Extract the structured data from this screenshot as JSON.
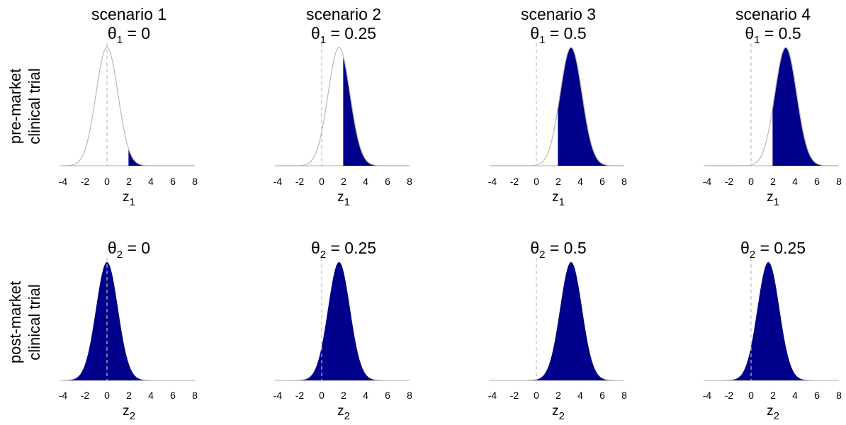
{
  "colors": {
    "fill": "#00008b",
    "null_curve": "#b8b8b8",
    "axis": "#bdbdbd",
    "zero_line": "#bdbdbd"
  },
  "row_labels": [
    {
      "line1": "pre-market",
      "line2": "clinical trial"
    },
    {
      "line1": "post-market",
      "line2": "clinical trial"
    }
  ],
  "chart_data": [
    {
      "type": "area",
      "scenario": "scenario 1",
      "theta_symbol": "θ",
      "theta_sub": "1",
      "theta_value": "= 0",
      "xlabel_symbol": "z",
      "xlabel_sub": "1",
      "xlim": [
        -4,
        8
      ],
      "x_ticks": [
        "-4",
        "-2",
        "0",
        "2",
        "4",
        "6",
        "8"
      ],
      "null_curve": {
        "mean": 0,
        "sd": 1
      },
      "filled_curve": {
        "mean": 0,
        "sd": 1
      },
      "fill_from": 1.96,
      "zero_line": 0
    },
    {
      "type": "area",
      "scenario": "scenario 2",
      "theta_symbol": "θ",
      "theta_sub": "1",
      "theta_value": "= 0.25",
      "xlabel_symbol": "z",
      "xlabel_sub": "1",
      "xlim": [
        -4,
        8
      ],
      "x_ticks": [
        "-4",
        "-2",
        "0",
        "2",
        "4",
        "6",
        "8"
      ],
      "null_curve": {
        "mean": 1.58,
        "sd": 1
      },
      "filled_curve": {
        "mean": 1.58,
        "sd": 1
      },
      "fill_from": 1.96,
      "zero_line": 0
    },
    {
      "type": "area",
      "scenario": "scenario 3",
      "theta_symbol": "θ",
      "theta_sub": "1",
      "theta_value": "= 0.5",
      "xlabel_symbol": "z",
      "xlabel_sub": "1",
      "xlim": [
        -4,
        8
      ],
      "x_ticks": [
        "-4",
        "-2",
        "0",
        "2",
        "4",
        "6",
        "8"
      ],
      "null_curve": {
        "mean": 3.16,
        "sd": 1
      },
      "filled_curve": {
        "mean": 3.16,
        "sd": 1
      },
      "fill_from": 1.96,
      "zero_line": 0
    },
    {
      "type": "area",
      "scenario": "scenario 4",
      "theta_symbol": "θ",
      "theta_sub": "1",
      "theta_value": "= 0.5",
      "xlabel_symbol": "z",
      "xlabel_sub": "1",
      "xlim": [
        -4,
        8
      ],
      "x_ticks": [
        "-4",
        "-2",
        "0",
        "2",
        "4",
        "6",
        "8"
      ],
      "null_curve": {
        "mean": 3.16,
        "sd": 1
      },
      "filled_curve": {
        "mean": 3.16,
        "sd": 1
      },
      "fill_from": 1.96,
      "zero_line": 0
    },
    {
      "type": "area",
      "scenario": "",
      "theta_symbol": "θ",
      "theta_sub": "2",
      "theta_value": "= 0",
      "xlabel_symbol": "z",
      "xlabel_sub": "2",
      "xlim": [
        -4,
        8
      ],
      "x_ticks": [
        "-4",
        "-2",
        "0",
        "2",
        "4",
        "6",
        "8"
      ],
      "null_curve": null,
      "filled_curve": {
        "mean": 0,
        "sd": 1
      },
      "fill_from": null,
      "zero_line": 0
    },
    {
      "type": "area",
      "scenario": "",
      "theta_symbol": "θ",
      "theta_sub": "2",
      "theta_value": "= 0.25",
      "xlabel_symbol": "z",
      "xlabel_sub": "2",
      "xlim": [
        -4,
        8
      ],
      "x_ticks": [
        "-4",
        "-2",
        "0",
        "2",
        "4",
        "6",
        "8"
      ],
      "null_curve": null,
      "filled_curve": {
        "mean": 1.58,
        "sd": 1
      },
      "fill_from": null,
      "zero_line": 0
    },
    {
      "type": "area",
      "scenario": "",
      "theta_symbol": "θ",
      "theta_sub": "2",
      "theta_value": "= 0.5",
      "xlabel_symbol": "z",
      "xlabel_sub": "2",
      "xlim": [
        -4,
        8
      ],
      "x_ticks": [
        "-4",
        "-2",
        "0",
        "2",
        "4",
        "6",
        "8"
      ],
      "null_curve": null,
      "filled_curve": {
        "mean": 3.16,
        "sd": 1
      },
      "fill_from": null,
      "zero_line": 0
    },
    {
      "type": "area",
      "scenario": "",
      "theta_symbol": "θ",
      "theta_sub": "2",
      "theta_value": "= 0.25",
      "xlabel_symbol": "z",
      "xlabel_sub": "2",
      "xlim": [
        -4,
        8
      ],
      "x_ticks": [
        "-4",
        "-2",
        "0",
        "2",
        "4",
        "6",
        "8"
      ],
      "null_curve": null,
      "filled_curve": {
        "mean": 1.58,
        "sd": 1
      },
      "fill_from": null,
      "zero_line": 0
    }
  ]
}
